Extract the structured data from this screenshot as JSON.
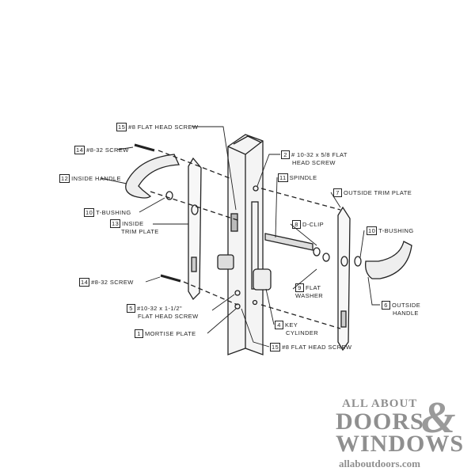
{
  "callouts": {
    "c15a": {
      "num": "15",
      "text": "#8 FLAT HEAD SCREW"
    },
    "c14a": {
      "num": "14",
      "text": "#8-32 SCREW"
    },
    "c12": {
      "num": "12",
      "text": "INSIDE HANDLE"
    },
    "c10a": {
      "num": "10",
      "text": "T-BUSHING"
    },
    "c13": {
      "num": "13",
      "line1": "INSIDE",
      "line2": "TRIM PLATE"
    },
    "c14b": {
      "num": "14",
      "text": "#8-32 SCREW"
    },
    "c5": {
      "num": "5",
      "line1": "#10-32 x 1-1/2\"",
      "line2": "FLAT HEAD SCREW"
    },
    "c1": {
      "num": "1",
      "text": "MORTISE PLATE"
    },
    "c15b": {
      "num": "15",
      "text": "#8 FLAT HEAD SCREW"
    },
    "c4": {
      "num": "4",
      "line1": "KEY",
      "line2": "CYLINDER"
    },
    "c9": {
      "num": "9",
      "line1": "FLAT",
      "line2": "WASHER"
    },
    "c6": {
      "num": "6",
      "line1": "OUTSIDE",
      "line2": "HANDLE"
    },
    "c2": {
      "num": "2",
      "line1": "# 10-32 x 5/8 FLAT",
      "line2": "HEAD SCREW"
    },
    "c11": {
      "num": "11",
      "text": "SPINDLE"
    },
    "c7": {
      "num": "7",
      "text": "OUTSIDE TRIM PLATE"
    },
    "c8": {
      "num": "8",
      "text": "D-CLIP"
    },
    "c10b": {
      "num": "10",
      "text": "T-BUSHING"
    }
  },
  "logo": {
    "line1": "ALL ABOUT",
    "line2": "DOORS",
    "amp": "&",
    "line3": "WINDOWS",
    "url": "allaboutdoors.com"
  },
  "colors": {
    "ink": "#222222",
    "logo": "#8f8f8f"
  }
}
